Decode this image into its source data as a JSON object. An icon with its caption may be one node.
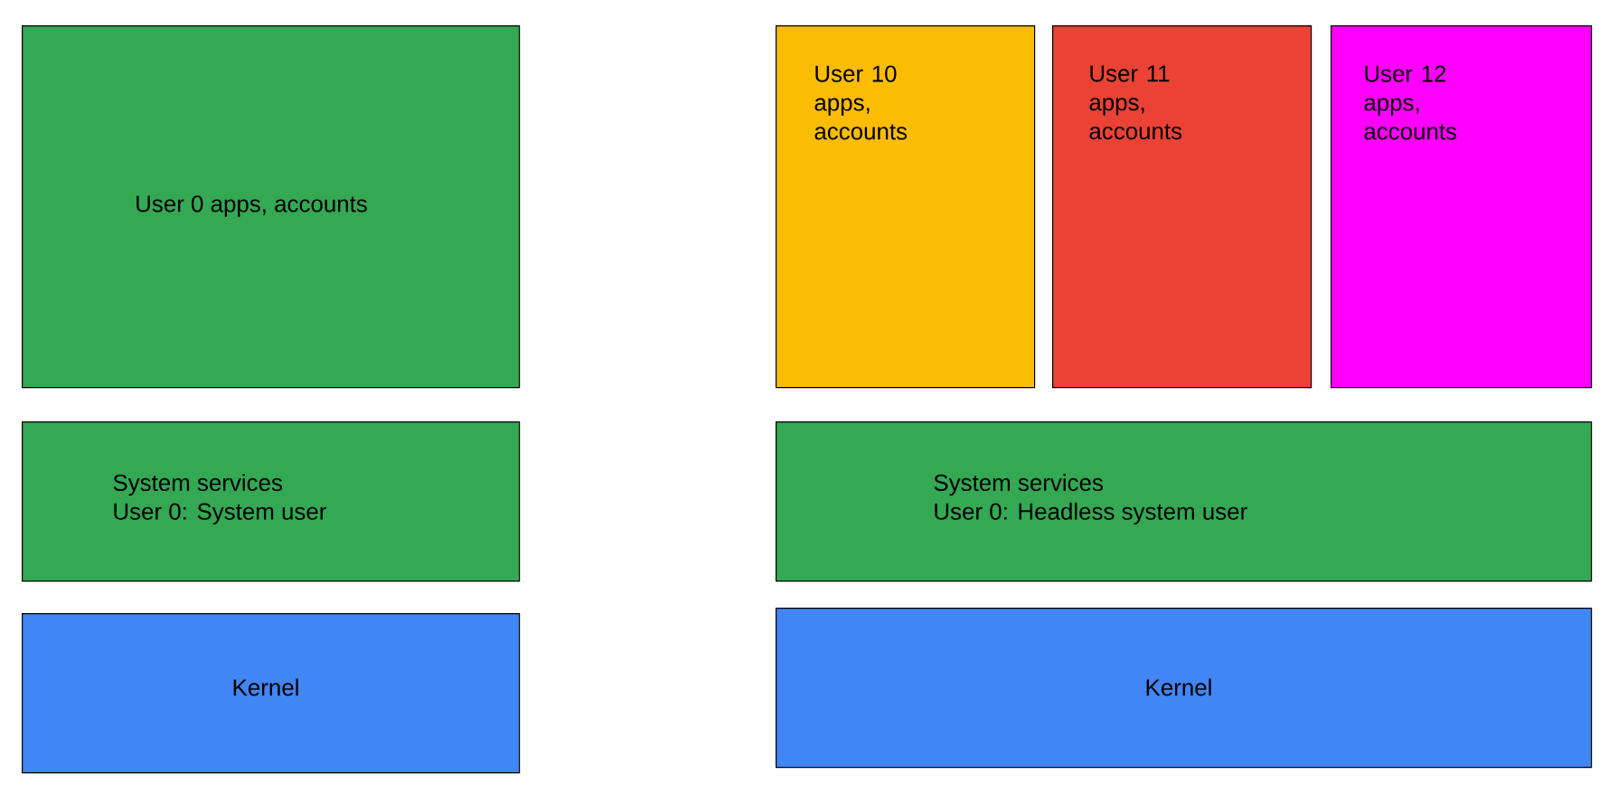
{
  "diagram": {
    "nodes": [
      {
        "text": [
          "User 0 apps, accounts"
        ]
      },
      {
        "text": [
          "System services",
          "User 0: System user"
        ]
      },
      {
        "text": [
          "Kernel"
        ]
      },
      {
        "text": [
          "User 10 apps, accounts"
        ]
      },
      {
        "text": [
          "User 11 apps, accounts"
        ]
      },
      {
        "text": [
          "User 12 apps, accounts"
        ]
      },
      {
        "text": [
          "System services",
          "User 0: Headless system user"
        ]
      },
      {
        "text": [
          "Kernel"
        ]
      }
    ]
  }
}
